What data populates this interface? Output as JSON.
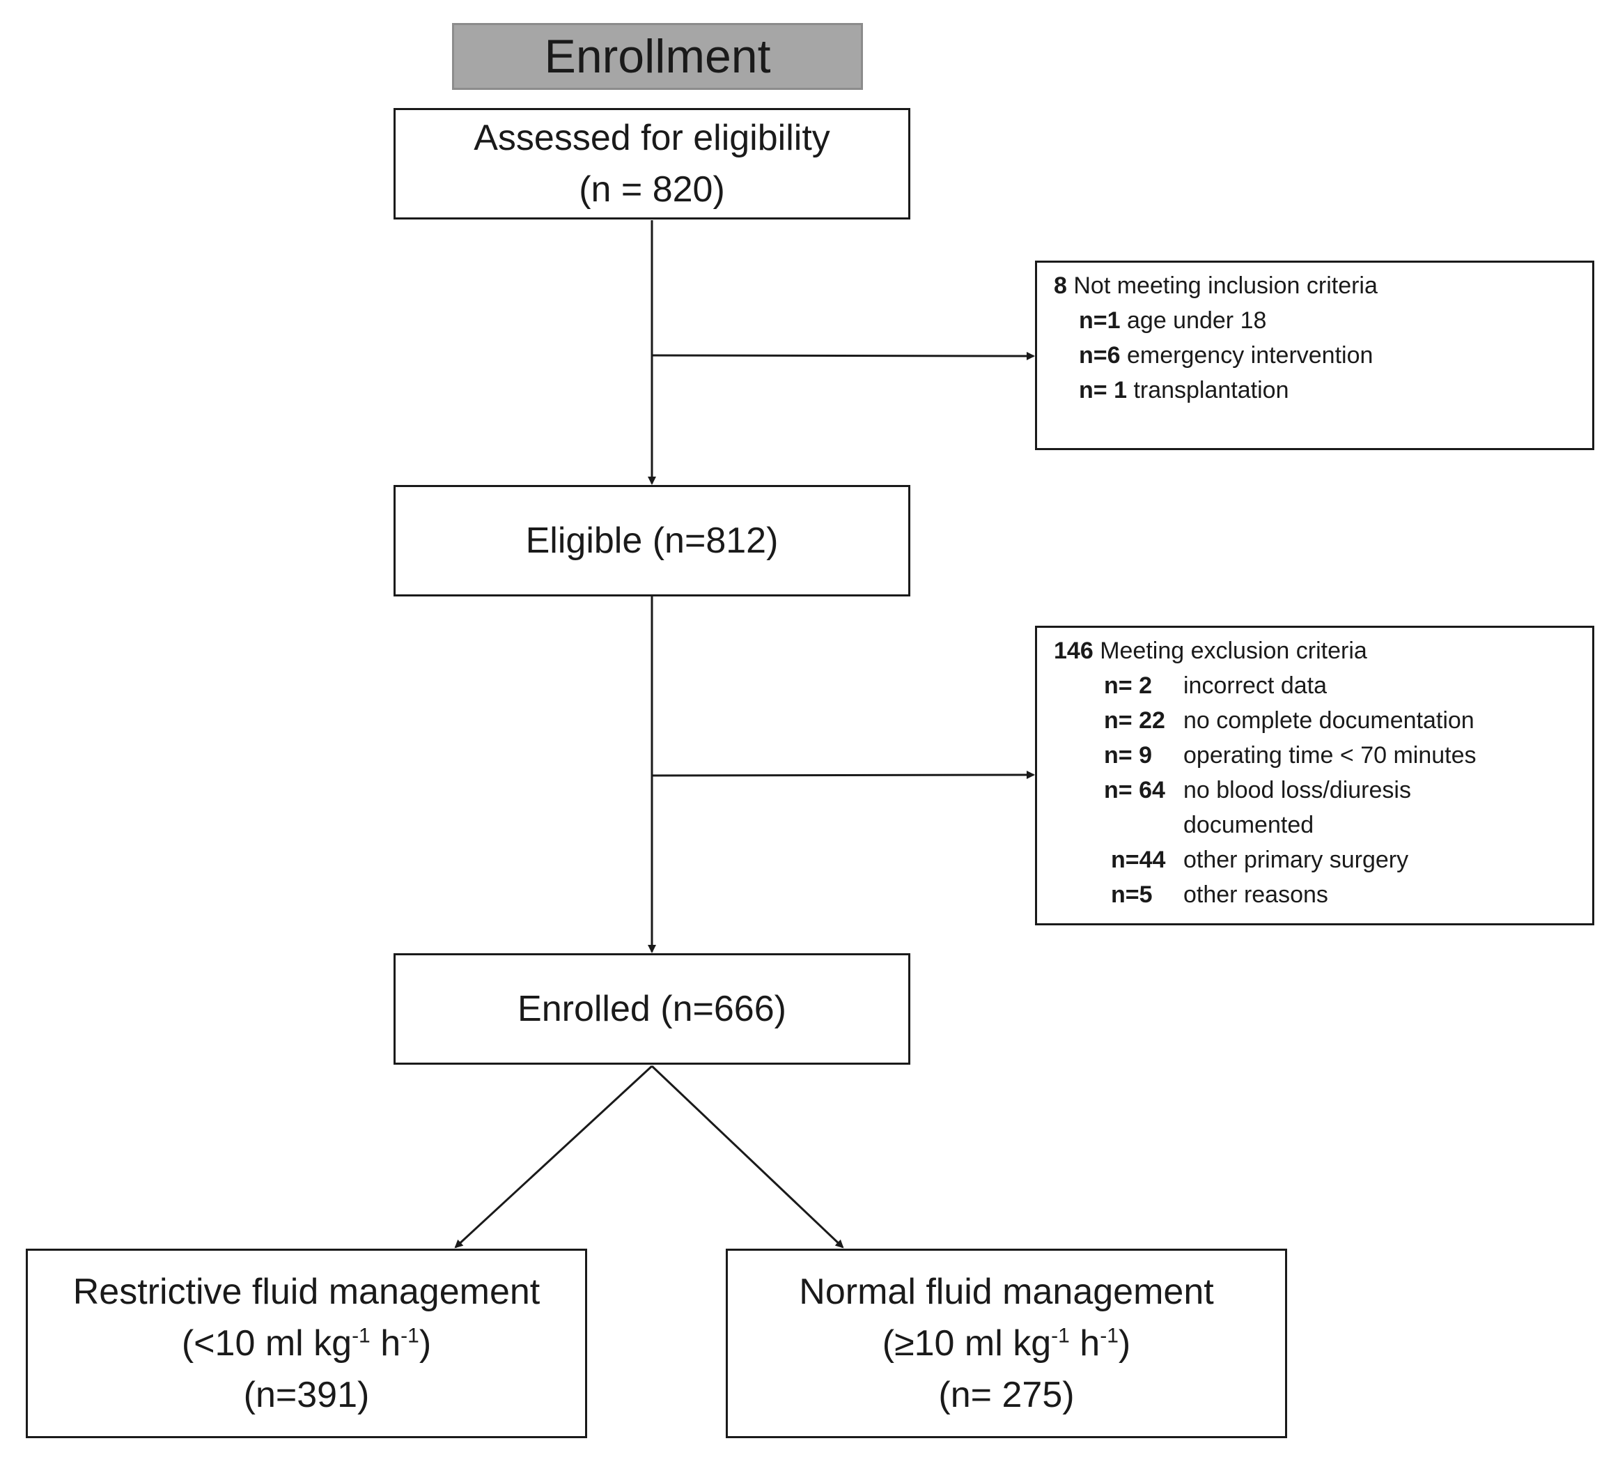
{
  "enrollment": {
    "label": "Enrollment"
  },
  "assessed": {
    "line1": "Assessed for eligibility",
    "line2": "(n = 820)"
  },
  "inclusion": {
    "title_count": "8",
    "title_text": "Not meeting  inclusion criteria",
    "items": [
      {
        "count": "n=1",
        "text": "age under 18"
      },
      {
        "count": "n=6",
        "text": "emergency  intervention"
      },
      {
        "count": "n= 1",
        "text": "transplantation"
      }
    ]
  },
  "eligible": {
    "label": "Eligible  (n=812)"
  },
  "exclusion": {
    "title_count": "146",
    "title_text": "Meeting  exclusion criteria",
    "items": [
      {
        "count": "n= 2",
        "text": "incorrect data"
      },
      {
        "count": "n= 22",
        "text": "no complete  documentation"
      },
      {
        "count": "n= 9",
        "text": "operating time < 70 minutes"
      },
      {
        "count": "n= 64",
        "text": "no blood loss/diuresis"
      },
      {
        "count": "",
        "text": "documented"
      },
      {
        "count": "n=44",
        "text": "other primary surgery"
      },
      {
        "count": "n=5",
        "text": "other reasons"
      }
    ]
  },
  "enrolled": {
    "label": "Enrolled (n=666)"
  },
  "restrictive": {
    "line1": "Restrictive fluid management",
    "line2_pre": "(<10 ml kg",
    "line2_sup1": "-1",
    "line2_mid": " h",
    "line2_sup2": "-1",
    "line2_post": ")",
    "line3": "(n=391)"
  },
  "normal": {
    "line1": "Normal fluid management",
    "line2_pre": "(≥10 ml kg",
    "line2_sup1": "-1",
    "line2_mid": " h",
    "line2_sup2": "-1",
    "line2_post": ")",
    "line3": "(n= 275)"
  }
}
